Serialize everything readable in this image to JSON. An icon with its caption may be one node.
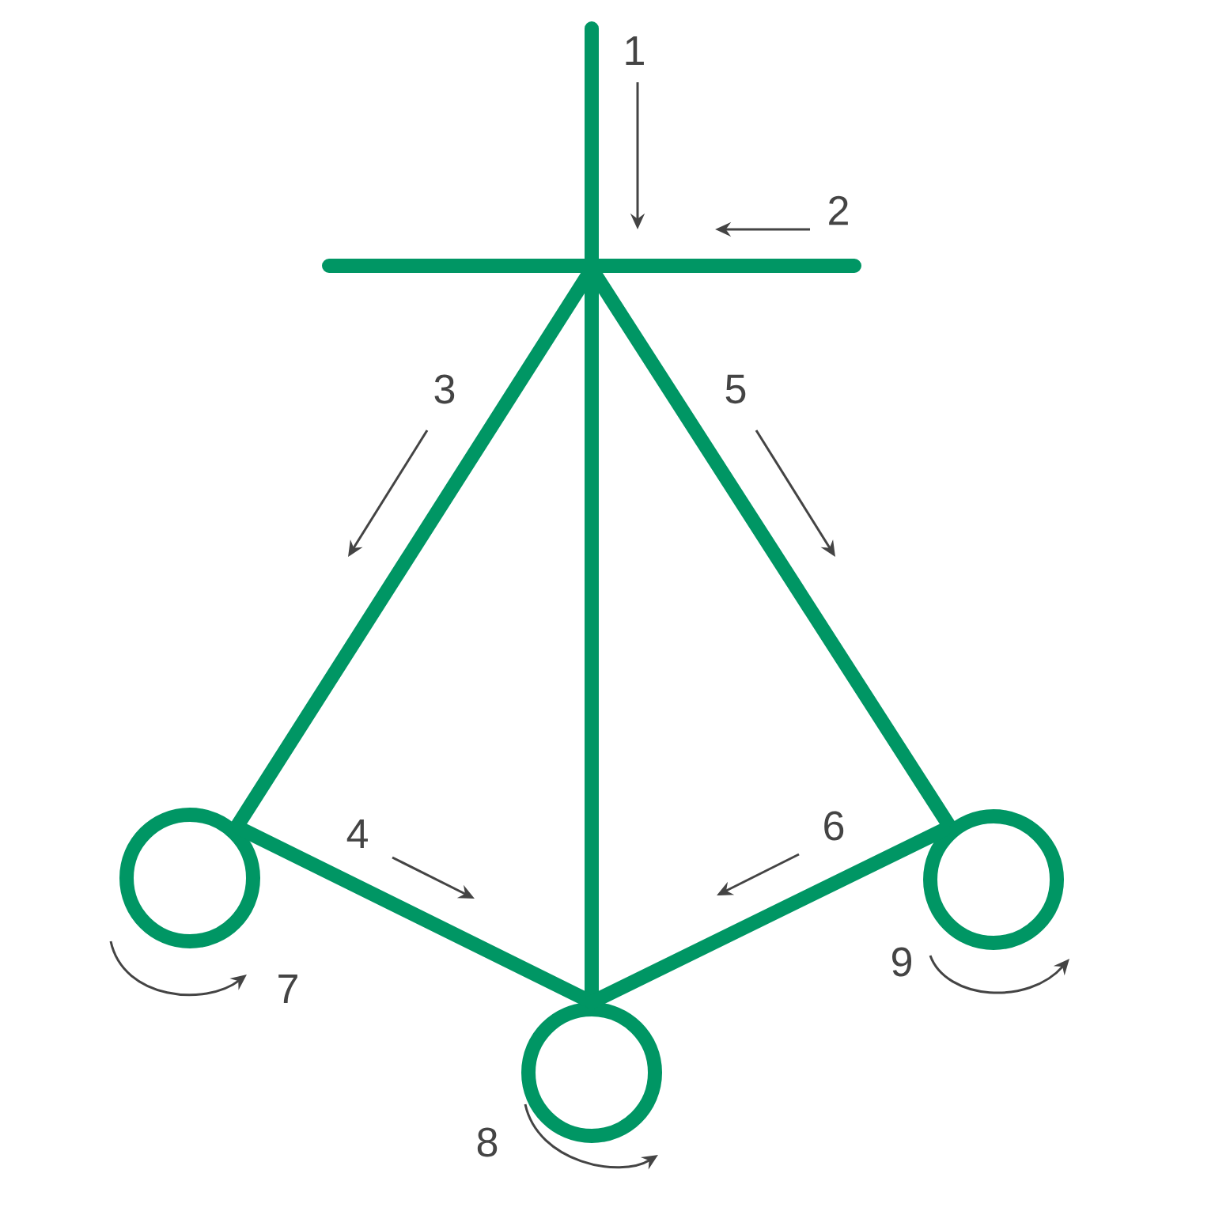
{
  "diagram": {
    "nodes": [
      {
        "text": [],
        "shape": "circle"
      },
      {
        "text": [],
        "shape": "circle"
      },
      {
        "text": [],
        "shape": "circle"
      }
    ],
    "edges": [
      {
        "from": 0,
        "to": 1,
        "arrow": "none"
      },
      {
        "from": 1,
        "to": 2,
        "arrow": "none"
      }
    ],
    "labels": [
      "1",
      "2",
      "3",
      "5",
      "4",
      "6",
      "7",
      "8",
      "9"
    ]
  }
}
